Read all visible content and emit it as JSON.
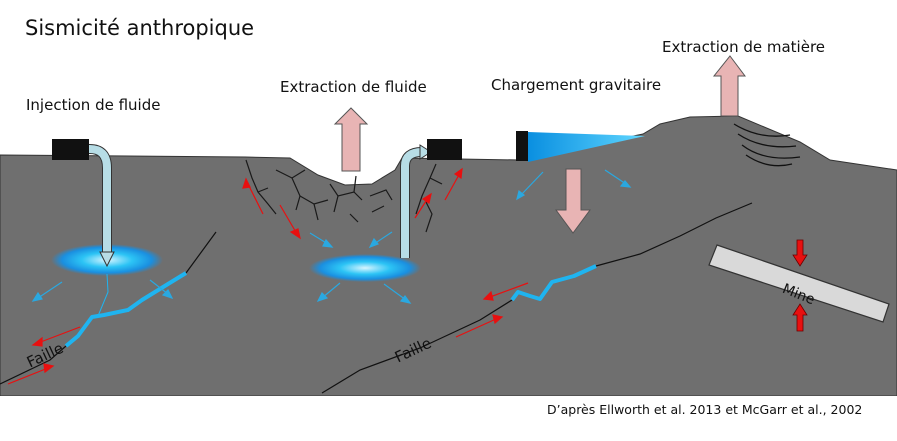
{
  "title": "Sismicité anthropique",
  "labels": {
    "injection": "Injection de fluide",
    "extraction_fluide": "Extraction de fluide",
    "chargement": "Chargement gravitaire",
    "extraction_matiere": "Extraction de matière",
    "faille_left": "Faille",
    "faille_center": "Faille",
    "mine": "Mine"
  },
  "credit": "D’après Ellworth et al. 2013 et McGarr et al., 2002",
  "colors": {
    "ground": "#6f6f6f",
    "water": "#1fb4f0",
    "pipe": "#b7dde6",
    "pink_arrow": "#e8b4b4",
    "red_arrow": "#e81010",
    "mine_bar": "#d9d9d9"
  }
}
